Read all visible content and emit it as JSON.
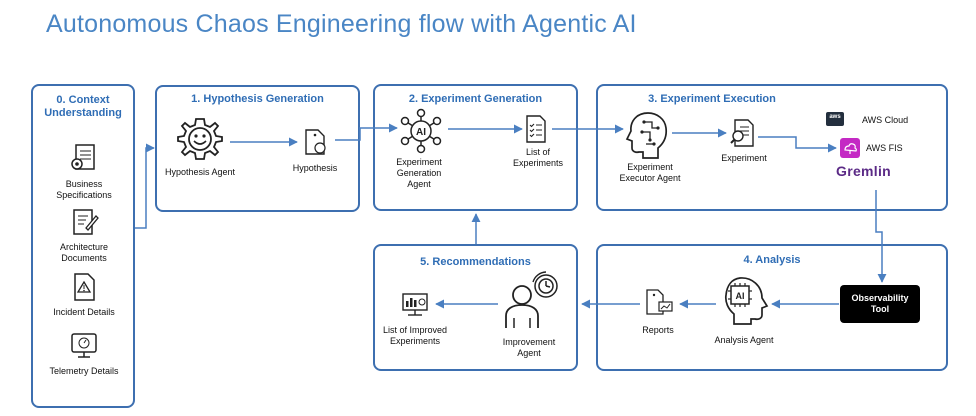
{
  "title": "Autonomous Chaos Engineering flow with Agentic AI",
  "panels": {
    "context": {
      "title": "0. Context Understanding",
      "items": [
        "Business Specifications",
        "Architecture Documents",
        "Incident Details",
        "Telemetry Details"
      ]
    },
    "hypothesis": {
      "title": "1. Hypothesis Generation",
      "agent": "Hypothesis Agent",
      "output": "Hypothesis"
    },
    "experiment_gen": {
      "title": "2. Experiment Generation",
      "agent": "Experiment Generation Agent",
      "output": "List of Experiments"
    },
    "experiment_exec": {
      "title": "3. Experiment Execution",
      "agent": "Experiment Executor Agent",
      "output": "Experiment",
      "services": {
        "aws_cloud": "AWS Cloud",
        "aws_logo": "aws",
        "aws_fis": "AWS FIS",
        "gremlin": "Gremlin"
      }
    },
    "analysis": {
      "title": "4. Analysis",
      "tool": "Observability Tool",
      "agent": "Analysis Agent",
      "output": "Reports"
    },
    "recommendations": {
      "title": "5. Recommendations",
      "agent": "Improvement Agent",
      "output": "List of Improved Experiments"
    }
  },
  "colors": {
    "accent": "#3d6fb0",
    "title": "#4a86c5",
    "arrow": "#4a7fc1",
    "gremlin": "#5b2a86",
    "fis": "#c429c4"
  }
}
